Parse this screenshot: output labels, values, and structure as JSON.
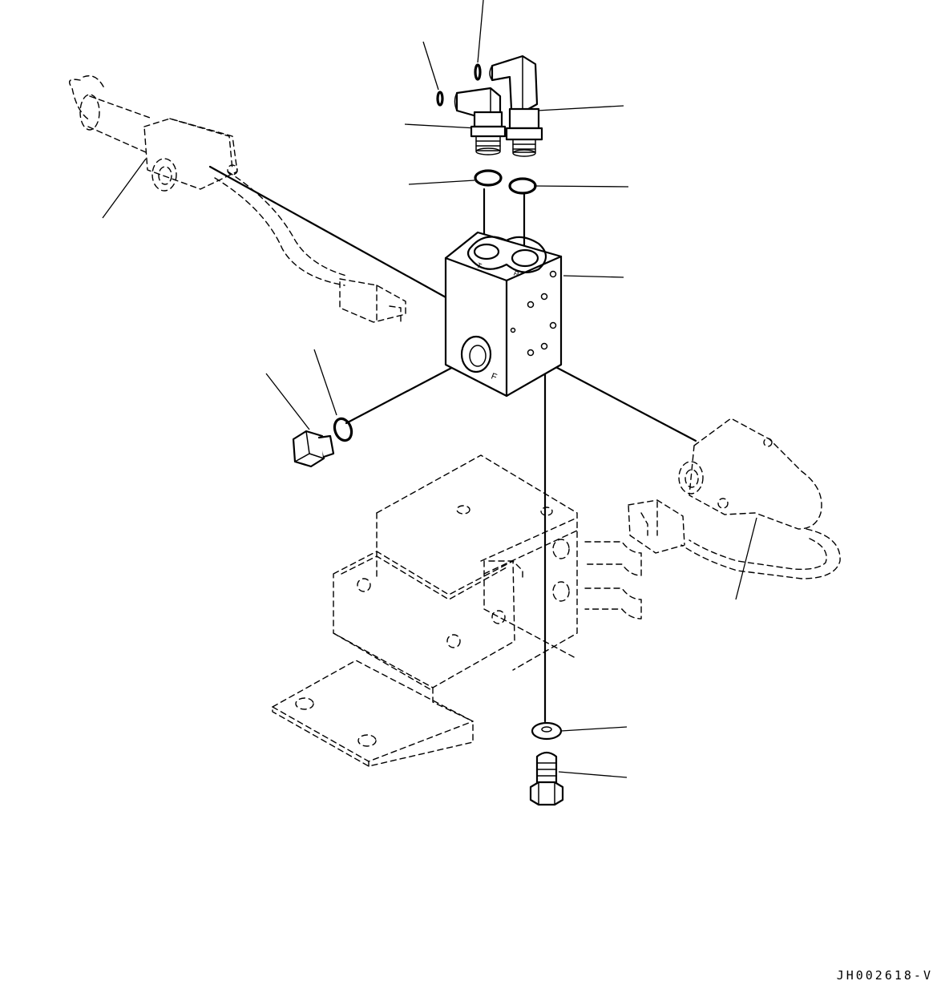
{
  "drawing": {
    "code": "JH002618-V",
    "block_port_labels": [
      "T",
      "P",
      "F"
    ]
  }
}
